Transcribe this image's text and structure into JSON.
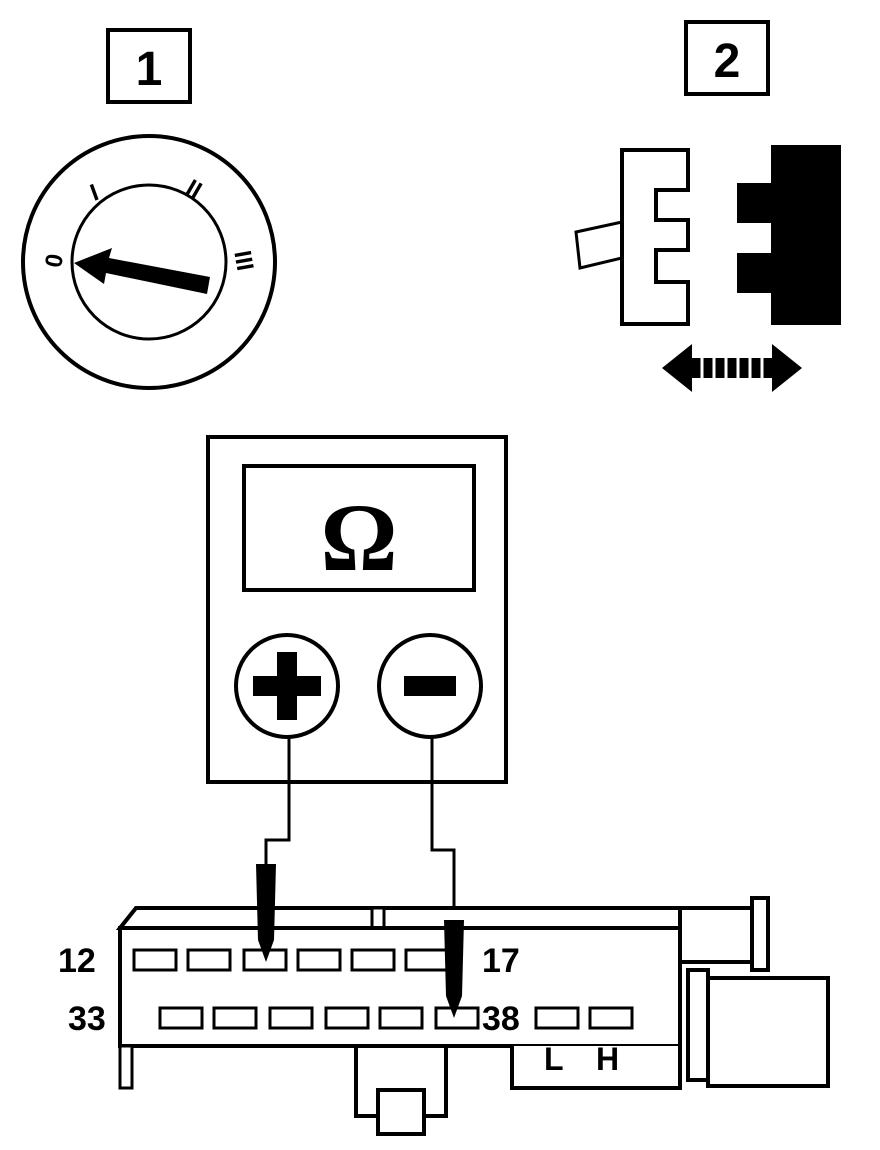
{
  "steps": {
    "step1": "1",
    "step2": "2"
  },
  "ignition": {
    "pos0": "0",
    "pos1": "I",
    "pos2": "II",
    "pos3": "III"
  },
  "meter": {
    "symbol": "Ω"
  },
  "connector": {
    "row1_start": "12",
    "row1_end": "17",
    "row2_start": "33",
    "row2_end": "38",
    "low": "L",
    "high": "H"
  }
}
